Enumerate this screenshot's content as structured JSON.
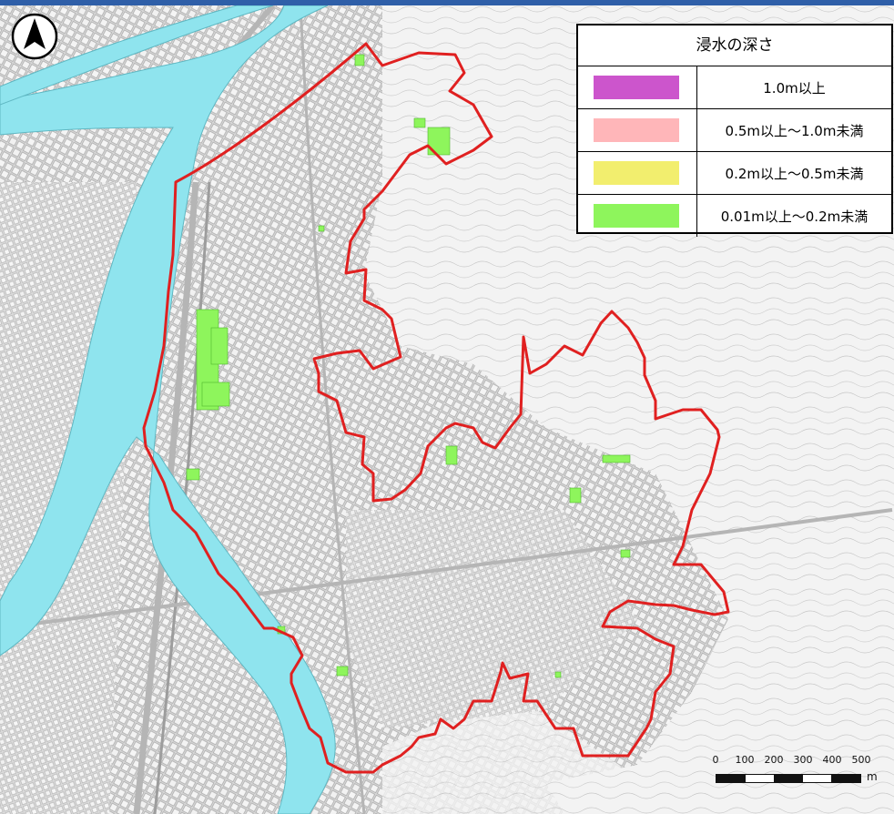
{
  "legend": {
    "title": "浸水の深さ",
    "items": [
      {
        "label": "1.0m以上",
        "color": "#cc55cc"
      },
      {
        "label": "0.5m以上～1.0m未満",
        "color": "#ffb6b9"
      },
      {
        "label": "0.2m以上～0.5m未満",
        "color": "#f2ee6e"
      },
      {
        "label": "0.01m以上～0.2m未満",
        "color": "#8ef55c"
      }
    ]
  },
  "scale_bar": {
    "ticks": [
      "0",
      "100",
      "200",
      "300",
      "400",
      "500"
    ],
    "unit": "m"
  },
  "map": {
    "boundary_color": "#e02020",
    "river_color": "#8fe4ee",
    "flood_color": "#8ef55c"
  },
  "north_arrow": {
    "icon": "north-arrow-icon"
  }
}
